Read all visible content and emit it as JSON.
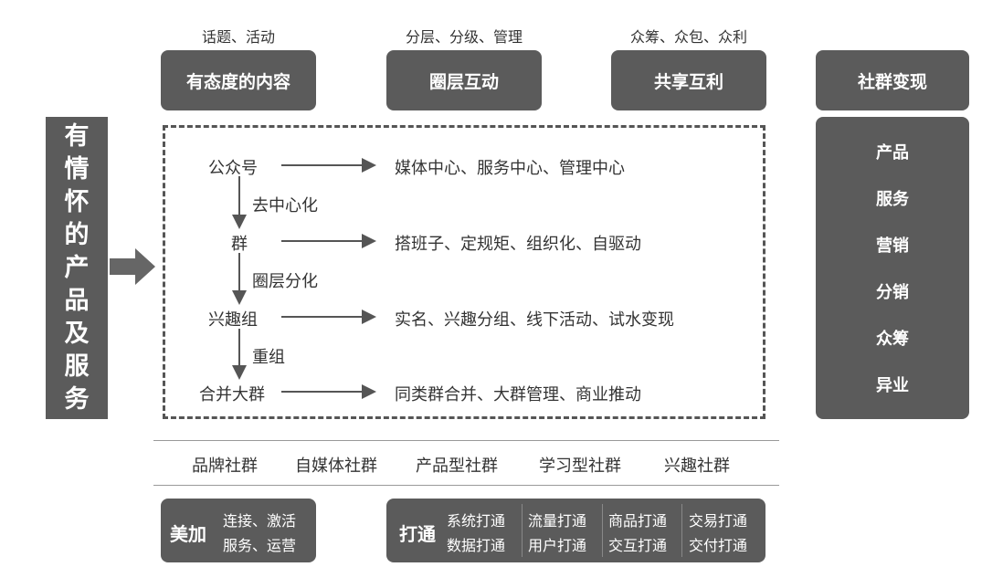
{
  "top": [
    {
      "caption": "话题、活动",
      "box": "有态度的内容"
    },
    {
      "caption": "分层、分级、管理",
      "box": "圈层互动"
    },
    {
      "caption": "众筹、众包、众利",
      "box": "共享互利"
    }
  ],
  "right": {
    "header": "社群变现",
    "items": [
      "产品",
      "服务",
      "营销",
      "分销",
      "众筹",
      "异业"
    ]
  },
  "left": {
    "chars": [
      "有",
      "情",
      "怀",
      "的",
      "产",
      "品",
      "及",
      "服",
      "务"
    ]
  },
  "flow": {
    "nodes": [
      {
        "name": "公众号",
        "desc": "媒体中心、服务中心、管理中心"
      },
      {
        "name": "群",
        "desc": "搭班子、定规矩、组织化、自驱动"
      },
      {
        "name": "兴趣组",
        "desc": "实名、兴趣分组、线下活动、试水变现"
      },
      {
        "name": "合并大群",
        "desc": "同类群合并、大群管理、商业推动"
      }
    ],
    "steps": [
      "去中心化",
      "圈层分化",
      "重组"
    ]
  },
  "types": [
    "品牌社群",
    "自媒体社群",
    "产品型社群",
    "学习型社群",
    "兴趣社群"
  ],
  "bottom": {
    "meijia": {
      "title": "美加",
      "line1": "连接、激活",
      "line2": "服务、运营"
    },
    "datong": {
      "title": "打通",
      "cols": [
        [
          "系统打通",
          "数据打通"
        ],
        [
          "流量打通",
          "用户打通"
        ],
        [
          "商品打通",
          "交互打通"
        ],
        [
          "交易打通",
          "交付打通"
        ]
      ]
    }
  }
}
